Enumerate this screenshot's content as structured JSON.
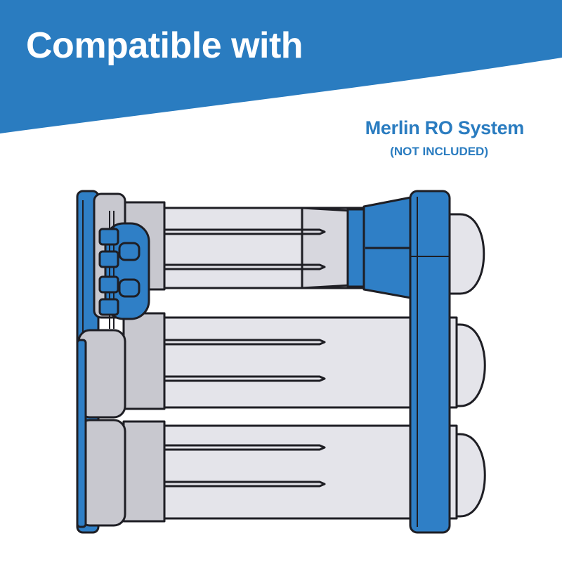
{
  "banner": {
    "headline": "Compatible with",
    "color": "#2a7cc0"
  },
  "product": {
    "name": "Merlin RO System",
    "note": "(NOT INCLUDED)"
  },
  "illustration": {
    "colors": {
      "housing_blue": "#2f7fc6",
      "cap_gray": "#c8c8cf",
      "tube_light": "#e4e4ea",
      "outline": "#1e1e24"
    }
  }
}
